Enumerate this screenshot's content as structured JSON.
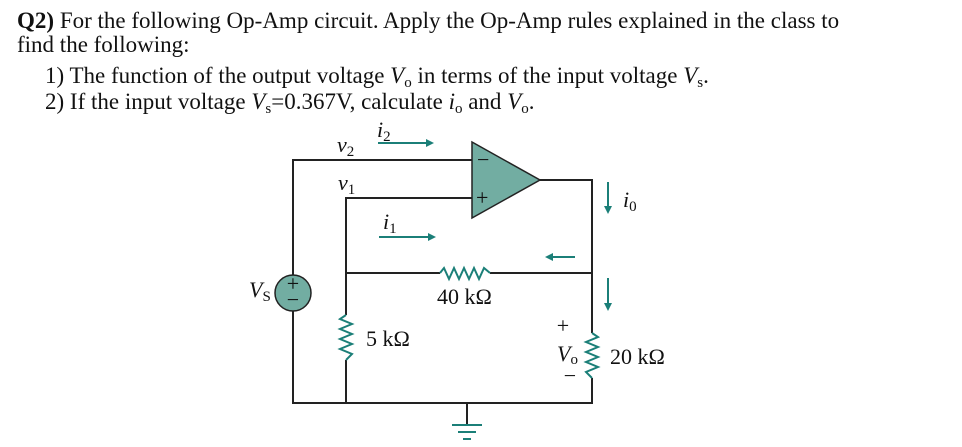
{
  "question": {
    "label": "Q2)",
    "intro_part1": " For the following Op-Amp circuit. Apply the Op-Amp rules explained in the class to",
    "intro_part2": "find the following:",
    "items": [
      {
        "number": "1)",
        "text_before": " The function of the output voltage ",
        "var1": "V",
        "var1_sub": "o",
        "text_middle": " in terms of the input voltage ",
        "var2": "V",
        "var2_sub": "s",
        "text_after": "."
      },
      {
        "number": "2)",
        "text_before": " If the input voltage ",
        "var1": "V",
        "var1_sub": "s",
        "value": "=0.367V, calculate ",
        "var2": "i",
        "var2_sub": "o",
        "text_middle": " and ",
        "var3": "V",
        "var3_sub": "o",
        "text_after": "."
      }
    ]
  },
  "circuit": {
    "labels": {
      "i2": "i",
      "i2_sub": "2",
      "v2": "v",
      "v2_sub": "2",
      "v1": "v",
      "v1_sub": "1",
      "i1": "i",
      "i1_sub": "1",
      "io": "i",
      "io_sub": "0",
      "vs": "V",
      "vs_sub": "S",
      "vo": "V",
      "vo_sub": "o",
      "opamp_minus": "−",
      "opamp_plus": "+",
      "source_plus": "+",
      "source_minus": "−",
      "vo_plus": "+",
      "vo_minus": "−"
    },
    "resistors": {
      "r_feedback": "40 kΩ",
      "r_ground": "5 kΩ",
      "r_load": "20 kΩ"
    },
    "colors": {
      "component_fill": "#72ada2",
      "arrow": "#1b7f78",
      "wire": "#222222"
    }
  }
}
